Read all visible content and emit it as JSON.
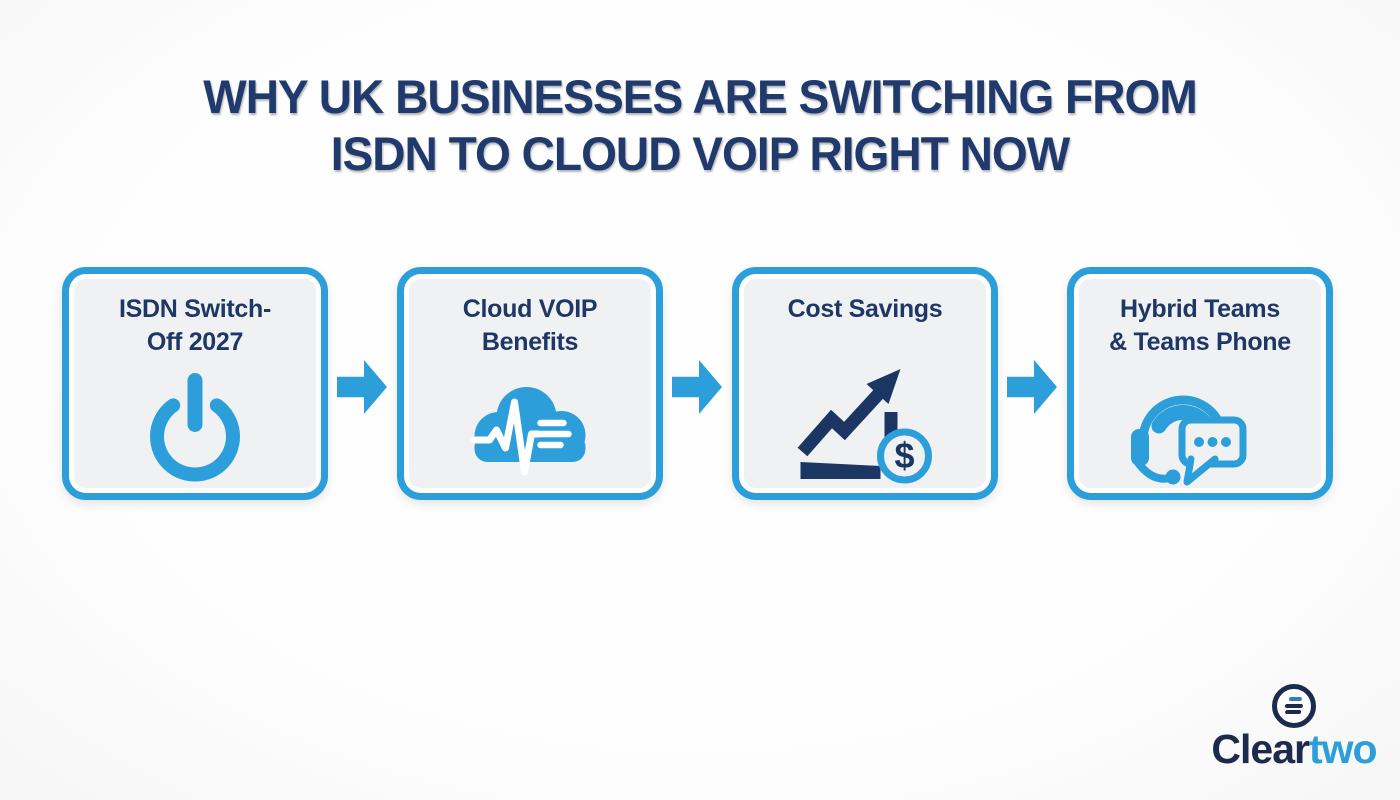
{
  "title": {
    "line1": "WHY UK BUSINESSES ARE SWITCHING FROM",
    "line2": "ISDN TO CLOUD VOIP RIGHT NOW"
  },
  "steps": [
    {
      "id": "isdn-switch-off",
      "line1": "ISDN Switch-",
      "line2": "Off 2027",
      "icon": "power-icon"
    },
    {
      "id": "cloud-voip-benefits",
      "line1": "Cloud VOIP",
      "line2": "Benefits",
      "icon": "cloud-pulse-icon"
    },
    {
      "id": "cost-savings",
      "line1": "Cost Savings",
      "line2": "",
      "icon": "growth-chart-dollar-icon"
    },
    {
      "id": "hybrid-teams",
      "line1": "Hybrid Teams",
      "line2": "& Teams Phone",
      "icon": "headset-chat-icon"
    }
  ],
  "logo": {
    "primary": "Clear",
    "secondary": "two"
  },
  "colors": {
    "accent_blue": "#2c9fdb",
    "navy_text": "#1e3767",
    "title_navy": "#203a6e",
    "icon_navy": "#1c3663",
    "box_fill": "#f0f1f2",
    "logo_navy": "#1b2b4d",
    "background": "#fcfcfc"
  }
}
